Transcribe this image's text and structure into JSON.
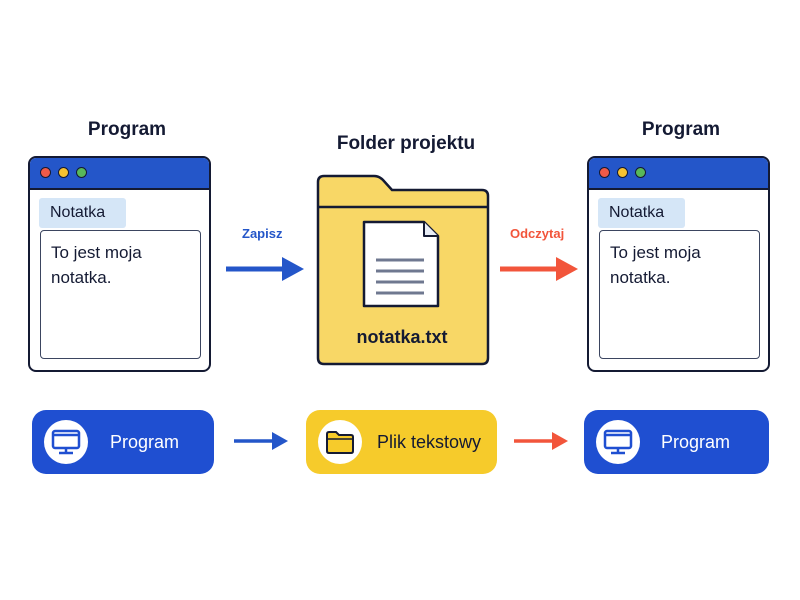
{
  "left_window": {
    "heading": "Program",
    "tab_label": "Notatka",
    "note_text": "To jest moja notatka."
  },
  "folder": {
    "heading": "Folder projektu",
    "file_name": "notatka.txt"
  },
  "right_window": {
    "heading": "Program",
    "tab_label": "Notatka",
    "note_text": "To jest moja notatka."
  },
  "arrows": {
    "save_label": "Zapisz",
    "read_label": "Odczytaj"
  },
  "flow": {
    "left_label": "Program",
    "middle_label": "Plik tekstowy",
    "right_label": "Program"
  },
  "colors": {
    "blue": "#1f4fd1",
    "save_arrow": "#2456c9",
    "read_arrow": "#f2553b",
    "folder_yellow": "#f8d766",
    "pill_yellow": "#f6cb2b",
    "outline": "#141a33"
  },
  "icons": [
    "monitor-icon",
    "folder-icon",
    "document-icon",
    "arrow-right-icon"
  ]
}
